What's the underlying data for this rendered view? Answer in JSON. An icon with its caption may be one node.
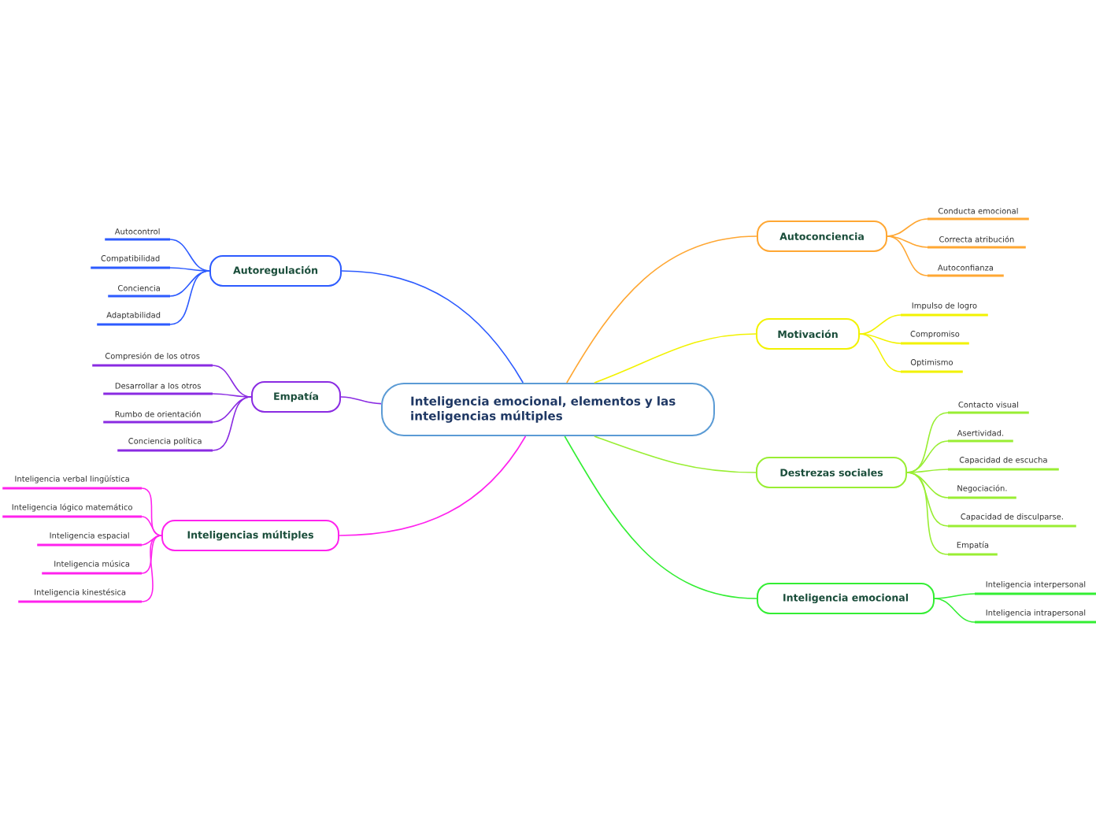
{
  "diagram": {
    "nodes": [
      {
        "text": [
          "Inteligencia emocional, elementos y las inteligencias múltiples"
        ]
      },
      {
        "text": [
          "Autoregulación"
        ]
      },
      {
        "text": [
          "Autocontrol"
        ]
      },
      {
        "text": [
          "Compatibilidad"
        ]
      },
      {
        "text": [
          "Conciencia"
        ]
      },
      {
        "text": [
          "Adaptabilidad"
        ]
      },
      {
        "text": [
          "Empatía"
        ]
      },
      {
        "text": [
          "Compresión de los otros"
        ]
      },
      {
        "text": [
          "Desarrollar a los otros"
        ]
      },
      {
        "text": [
          "Rumbo de orientación"
        ]
      },
      {
        "text": [
          "Conciencia política"
        ]
      },
      {
        "text": [
          "Inteligencias múltiples"
        ]
      },
      {
        "text": [
          "Inteligencia verbal lingüística"
        ]
      },
      {
        "text": [
          "Inteligencia lógico matemático"
        ]
      },
      {
        "text": [
          "Inteligencia espacial"
        ]
      },
      {
        "text": [
          "Inteligencia música"
        ]
      },
      {
        "text": [
          "Inteligencia kinestésica"
        ]
      },
      {
        "text": [
          "Autoconciencia"
        ]
      },
      {
        "text": [
          "Conducta emocional"
        ]
      },
      {
        "text": [
          "Correcta atribución"
        ]
      },
      {
        "text": [
          "Autoconfianza"
        ]
      },
      {
        "text": [
          "Motivación"
        ]
      },
      {
        "text": [
          "Impulso de logro"
        ]
      },
      {
        "text": [
          "Compromiso"
        ]
      },
      {
        "text": [
          "Optimismo"
        ]
      },
      {
        "text": [
          "Destrezas sociales"
        ]
      },
      {
        "text": [
          "Contacto visual"
        ]
      },
      {
        "text": [
          "Asertividad."
        ]
      },
      {
        "text": [
          "Capacidad de escucha"
        ]
      },
      {
        "text": [
          "Negociación."
        ]
      },
      {
        "text": [
          "Capacidad de disculparse."
        ]
      },
      {
        "text": [
          "Empatía"
        ]
      },
      {
        "text": [
          "Inteligencia emocional"
        ]
      },
      {
        "text": [
          "Inteligencia interpersonal"
        ]
      },
      {
        "text": [
          "Inteligencia intrapersonal"
        ]
      }
    ],
    "edges": [
      {
        "from": 0,
        "to": 1,
        "arrow": "none",
        "color": "#2d5bff"
      },
      {
        "from": 1,
        "to": 2,
        "arrow": "none",
        "color": "#2d5bff"
      },
      {
        "from": 1,
        "to": 3,
        "arrow": "none",
        "color": "#2d5bff"
      },
      {
        "from": 1,
        "to": 4,
        "arrow": "none",
        "color": "#2d5bff"
      },
      {
        "from": 1,
        "to": 5,
        "arrow": "none",
        "color": "#2d5bff"
      },
      {
        "from": 0,
        "to": 6,
        "arrow": "none",
        "color": "#8a2be2"
      },
      {
        "from": 6,
        "to": 7,
        "arrow": "none",
        "color": "#8a2be2"
      },
      {
        "from": 6,
        "to": 8,
        "arrow": "none",
        "color": "#8a2be2"
      },
      {
        "from": 6,
        "to": 9,
        "arrow": "none",
        "color": "#8a2be2"
      },
      {
        "from": 6,
        "to": 10,
        "arrow": "none",
        "color": "#8a2be2"
      },
      {
        "from": 0,
        "to": 11,
        "arrow": "none",
        "color": "#ff22ee"
      },
      {
        "from": 11,
        "to": 12,
        "arrow": "none",
        "color": "#ff22ee"
      },
      {
        "from": 11,
        "to": 13,
        "arrow": "none",
        "color": "#ff22ee"
      },
      {
        "from": 11,
        "to": 14,
        "arrow": "none",
        "color": "#ff22ee"
      },
      {
        "from": 11,
        "to": 15,
        "arrow": "none",
        "color": "#ff22ee"
      },
      {
        "from": 11,
        "to": 16,
        "arrow": "none",
        "color": "#ff22ee"
      },
      {
        "from": 0,
        "to": 17,
        "arrow": "none",
        "color": "#ffa733"
      },
      {
        "from": 17,
        "to": 18,
        "arrow": "none",
        "color": "#ffa733"
      },
      {
        "from": 17,
        "to": 19,
        "arrow": "none",
        "color": "#ffa733"
      },
      {
        "from": 17,
        "to": 20,
        "arrow": "none",
        "color": "#ffa733"
      },
      {
        "from": 0,
        "to": 21,
        "arrow": "none",
        "color": "#f2f200"
      },
      {
        "from": 21,
        "to": 22,
        "arrow": "none",
        "color": "#f2f200"
      },
      {
        "from": 21,
        "to": 23,
        "arrow": "none",
        "color": "#f2f200"
      },
      {
        "from": 21,
        "to": 24,
        "arrow": "none",
        "color": "#f2f200"
      },
      {
        "from": 0,
        "to": 25,
        "arrow": "none",
        "color": "#99ee33"
      },
      {
        "from": 25,
        "to": 26,
        "arrow": "none",
        "color": "#99ee33"
      },
      {
        "from": 25,
        "to": 27,
        "arrow": "none",
        "color": "#99ee33"
      },
      {
        "from": 25,
        "to": 28,
        "arrow": "none",
        "color": "#99ee33"
      },
      {
        "from": 25,
        "to": 29,
        "arrow": "none",
        "color": "#99ee33"
      },
      {
        "from": 25,
        "to": 30,
        "arrow": "none",
        "color": "#99ee33"
      },
      {
        "from": 25,
        "to": 31,
        "arrow": "none",
        "color": "#99ee33"
      },
      {
        "from": 0,
        "to": 32,
        "arrow": "none",
        "color": "#33ee33"
      },
      {
        "from": 32,
        "to": 33,
        "arrow": "none",
        "color": "#33ee33"
      },
      {
        "from": 32,
        "to": 34,
        "arrow": "none",
        "color": "#33ee33"
      }
    ]
  }
}
